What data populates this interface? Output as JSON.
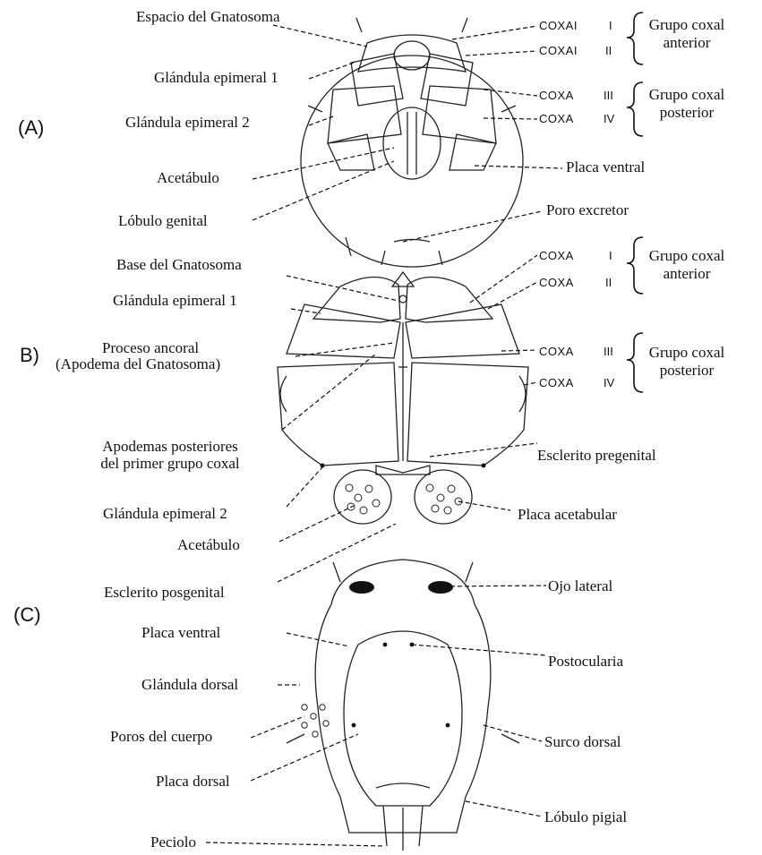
{
  "panels": {
    "a": "(A)",
    "b": "B)",
    "c": "(C)"
  },
  "panel_a": {
    "espacio_gnatosoma": "Espacio del Gnatosoma",
    "glandula_epimeral_1": "Glándula epimeral 1",
    "glandula_epimeral_2": "Glándula epimeral 2",
    "acetabulo": "Acetábulo",
    "lobulo_genital": "Lóbulo genital",
    "placa_ventral": "Placa ventral",
    "poro_excretor": "Poro excretor",
    "coxa": [
      "COXAI",
      "COXAI",
      "COXA",
      "COXA"
    ],
    "roman": [
      "I",
      "II",
      "III",
      "IV"
    ],
    "grupo_anterior": [
      "Grupo coxal",
      "anterior"
    ],
    "grupo_posterior": [
      "Grupo coxal",
      "posterior"
    ]
  },
  "panel_b": {
    "base_gnatosoma": "Base del Gnatosoma",
    "glandula_epimeral_1": "Glándula epimeral 1",
    "proceso_ancoral": "Proceso ancoral",
    "apodema_gnatosoma": "(Apodema del Gnatosoma)",
    "apodemas_post_1": "Apodemas posteriores",
    "apodemas_post_2": "del primer grupo coxal",
    "glandula_epimeral_2": "Glándula epimeral 2",
    "acetabulo": "Acetábulo",
    "esclerito_posgenital": "Esclerito posgenital",
    "esclerito_pregenital": "Esclerito pregenital",
    "placa_acetabular": "Placa acetabular",
    "coxa": [
      "COXA",
      "COXA",
      "COXA",
      "COXA"
    ],
    "roman": [
      "I",
      "II",
      "III",
      "IV"
    ],
    "grupo_anterior": [
      "Grupo coxal",
      "anterior"
    ],
    "grupo_posterior": [
      "Grupo coxal",
      "posterior"
    ]
  },
  "panel_c": {
    "ojo_lateral": "Ojo lateral",
    "placa_ventral": "Placa ventral",
    "postocularia": "Postocularia",
    "glandula_dorsal": "Glándula dorsal",
    "poros_cuerpo": "Poros del cuerpo",
    "surco_dorsal": "Surco dorsal",
    "placa_dorsal": "Placa dorsal",
    "lobulo_pigial": "Lóbulo pigial",
    "peciolo": "Peciolo"
  }
}
